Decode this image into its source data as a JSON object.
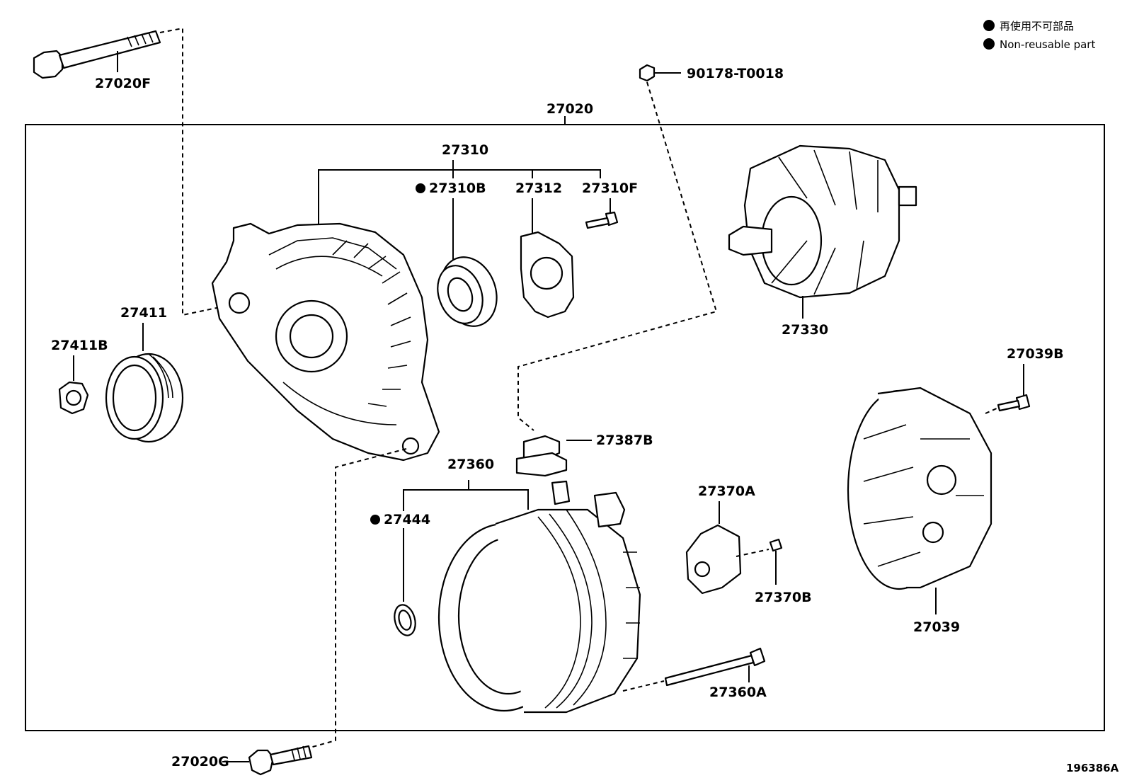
{
  "legend": {
    "jp": "再使用不可部品",
    "en": "Non-reusable part"
  },
  "illustration_id": "196386A",
  "parts": {
    "p27020F": "27020F",
    "p90178": "90178-T0018",
    "p27020": "27020",
    "p27310": "27310",
    "p27310B": "27310B",
    "p27312": "27312",
    "p27310F": "27310F",
    "p27330": "27330",
    "p27411": "27411",
    "p27411B": "27411B",
    "p27039B": "27039B",
    "p27387B": "27387B",
    "p27360": "27360",
    "p27444": "27444",
    "p27370A": "27370A",
    "p27370B": "27370B",
    "p27039": "27039",
    "p27360A": "27360A",
    "p27020G": "27020G"
  }
}
